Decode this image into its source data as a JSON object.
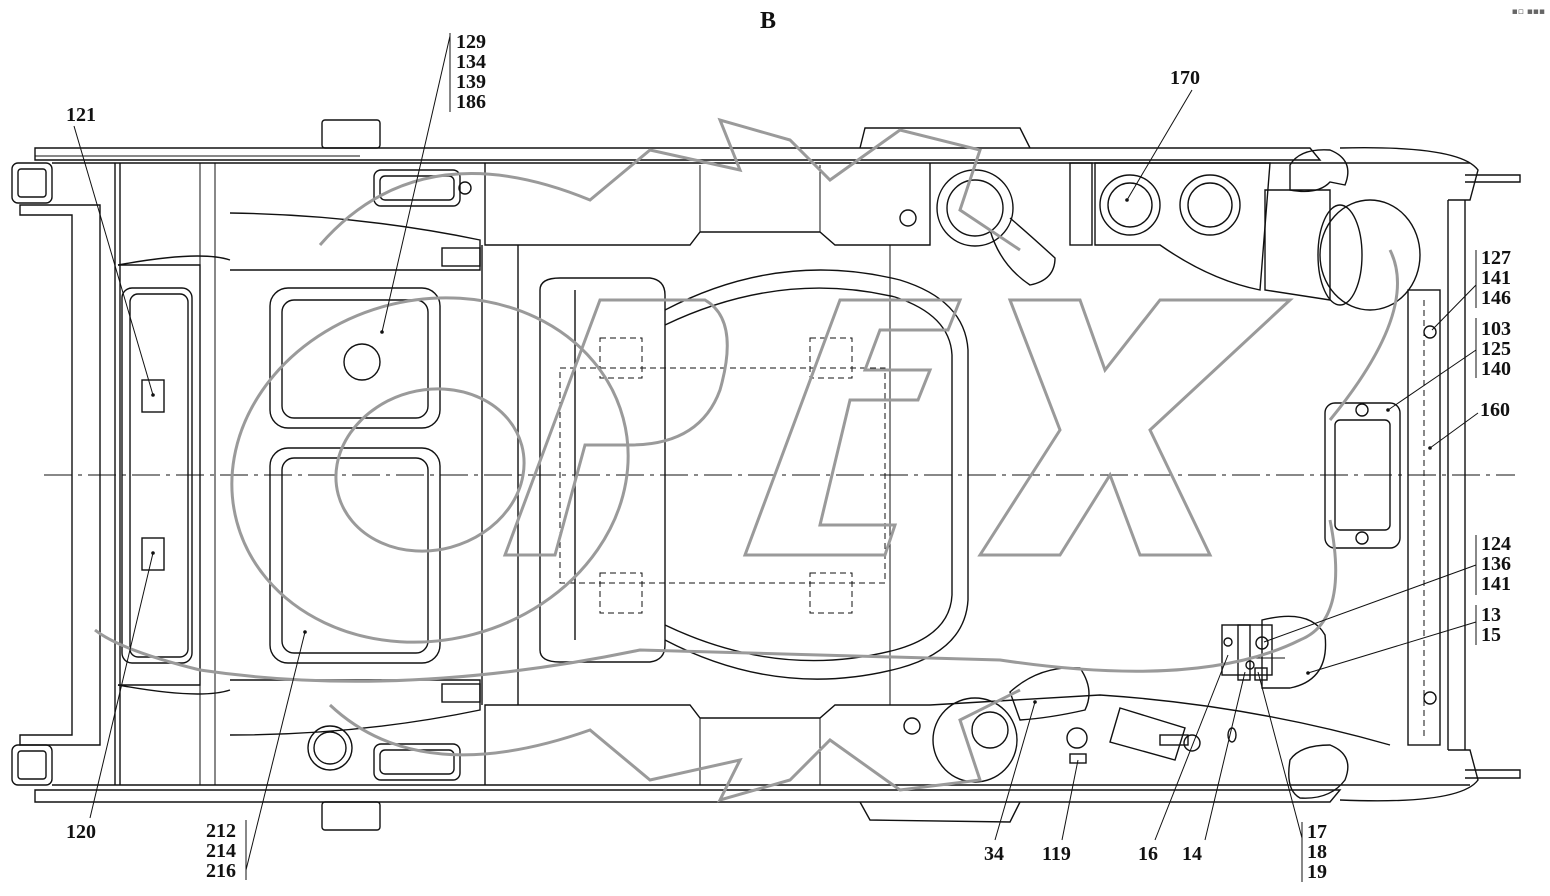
{
  "view_label": "В",
  "watermark": "OPEX",
  "corner_mark": "▪▫ ▪▪▪",
  "callouts": {
    "c121": "121",
    "c120": "120",
    "c129": [
      "129",
      "134",
      "139",
      "186"
    ],
    "c212": [
      "212",
      "214",
      "216"
    ],
    "c170": "170",
    "c127": [
      "127",
      "141",
      "146"
    ],
    "c103": [
      "103",
      "125",
      "140"
    ],
    "c160": "160",
    "c124": [
      "124",
      "136",
      "141"
    ],
    "c13": [
      "13",
      "15"
    ],
    "c34": "34",
    "c119": "119",
    "c16": "16",
    "c14": "14",
    "c17": [
      "17",
      "18",
      "19"
    ]
  }
}
